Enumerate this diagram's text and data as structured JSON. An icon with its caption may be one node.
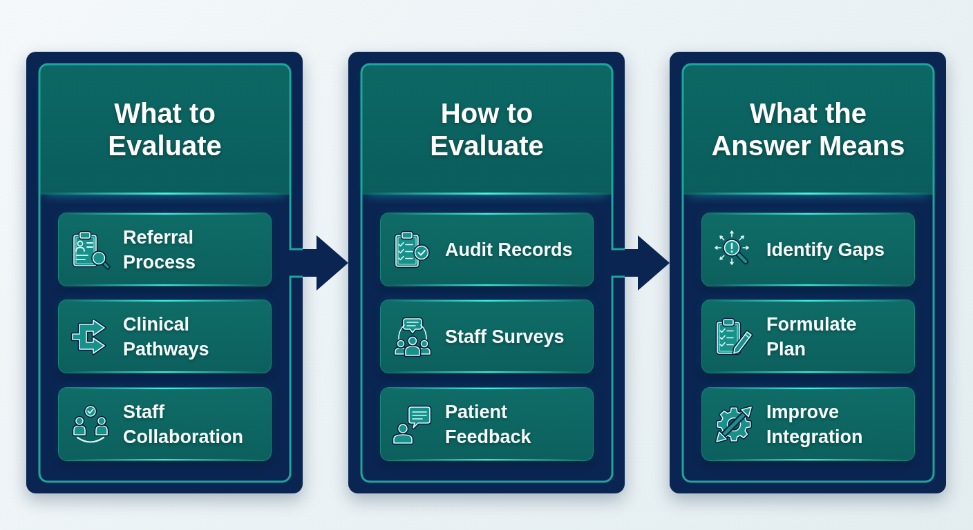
{
  "diagram": {
    "nodes": [
      {
        "text": [
          "What to Evaluate"
        ]
      },
      {
        "text": [
          "Referral Process"
        ],
        "in": 0
      },
      {
        "text": [
          "Clinical Pathways"
        ],
        "in": 0
      },
      {
        "text": [
          "Staff Collaboration"
        ],
        "in": 0
      },
      {
        "text": [
          "How to Evaluate"
        ]
      },
      {
        "text": [
          "Audit Records"
        ],
        "in": 4
      },
      {
        "text": [
          "Staff Surveys"
        ],
        "in": 4
      },
      {
        "text": [
          "Patient Feedback"
        ],
        "in": 4
      },
      {
        "text": [
          "What the Answer Means"
        ]
      },
      {
        "text": [
          "Identify Gaps"
        ],
        "in": 8
      },
      {
        "text": [
          "Formulate Plan"
        ],
        "in": 8
      },
      {
        "text": [
          "Improve Integration"
        ],
        "in": 8
      }
    ],
    "edges": [
      {
        "from": 0,
        "to": 4,
        "arrow": "to"
      },
      {
        "from": 4,
        "to": 8,
        "arrow": "to"
      }
    ]
  }
}
